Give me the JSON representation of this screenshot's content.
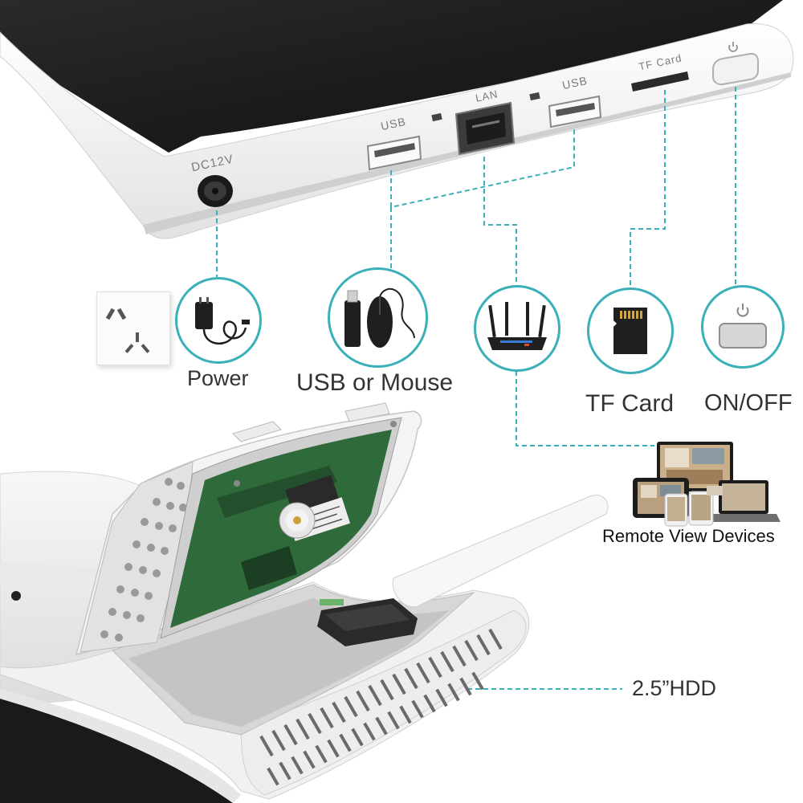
{
  "device": {
    "ports": {
      "dc": "DC12V",
      "usb_left": "USB",
      "lan": "LAN",
      "usb_right": "USB",
      "tf": "TF Card"
    }
  },
  "labels": {
    "power": "Power",
    "usb_mouse": "USB or Mouse",
    "tf_card": "TF Card",
    "onoff": "ON/OFF",
    "remote": "Remote View Devices",
    "hdd": "2.5”HDD"
  },
  "colors": {
    "accent": "#3ab0b8",
    "device_top": "#1e1e1e",
    "device_body": "#f4f4f4",
    "hdd_board": "#2f6b3a"
  },
  "icons": [
    "wall-socket-icon",
    "power-adapter-icon",
    "usb-drive-icon",
    "mouse-icon",
    "router-icon",
    "tf-card-icon",
    "power-button-icon",
    "remote-devices-icon",
    "power-symbol-icon"
  ]
}
